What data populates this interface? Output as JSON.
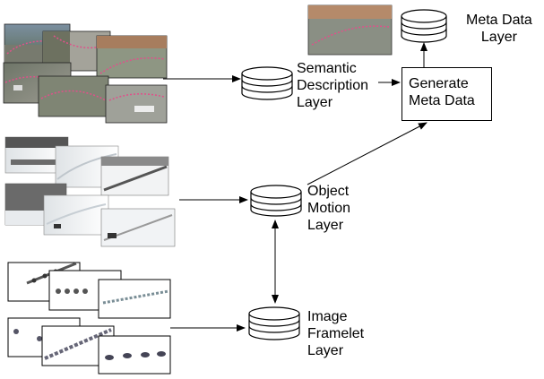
{
  "layers": {
    "meta_data": [
      "Meta Data",
      "Layer"
    ],
    "semantic": [
      "Semantic",
      "Description",
      "Layer"
    ],
    "object_motion": [
      "Object",
      "Motion",
      "Layer"
    ],
    "image_framelet": [
      "Image",
      "Framelet",
      "Layer"
    ]
  },
  "process_box": [
    "Generate",
    "Meta Data"
  ],
  "colors": {
    "trajectory": "#e0508a",
    "street_gray": "#8c8c88",
    "snow_white": "#f4f6f8"
  }
}
